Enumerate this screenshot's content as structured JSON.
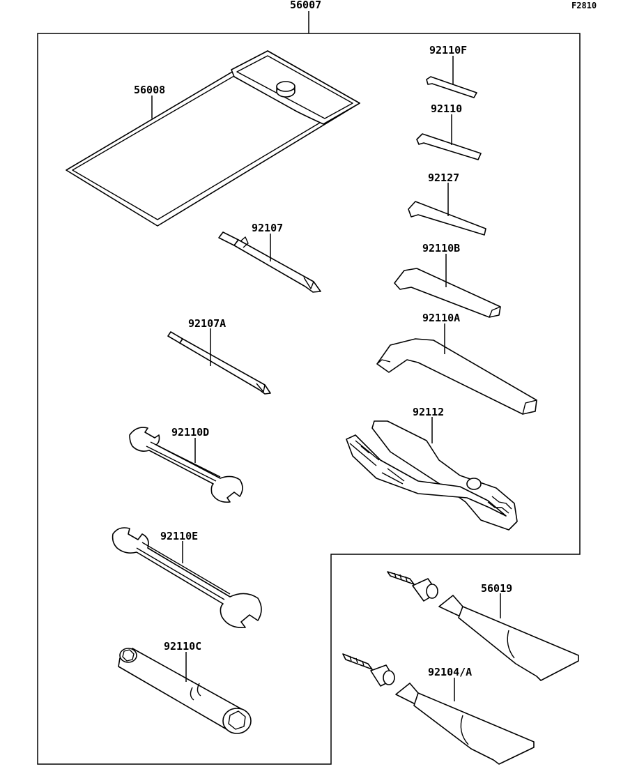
{
  "figure_code": "F2810",
  "parts": {
    "toolkit": "56007",
    "case": "56008",
    "hex_wrench_f": "92110F",
    "hex_wrench": "92110",
    "hex_wrench_127": "92127",
    "hex_wrench_b": "92110B",
    "hex_wrench_a": "92110A",
    "screwdriver": "92107",
    "screwdriver_a": "92107A",
    "pliers": "92112",
    "wrench_d": "92110D",
    "wrench_e": "92110E",
    "box_wrench_c": "92110C",
    "grease_56019": "56019",
    "grease_92104": "92104/A"
  }
}
